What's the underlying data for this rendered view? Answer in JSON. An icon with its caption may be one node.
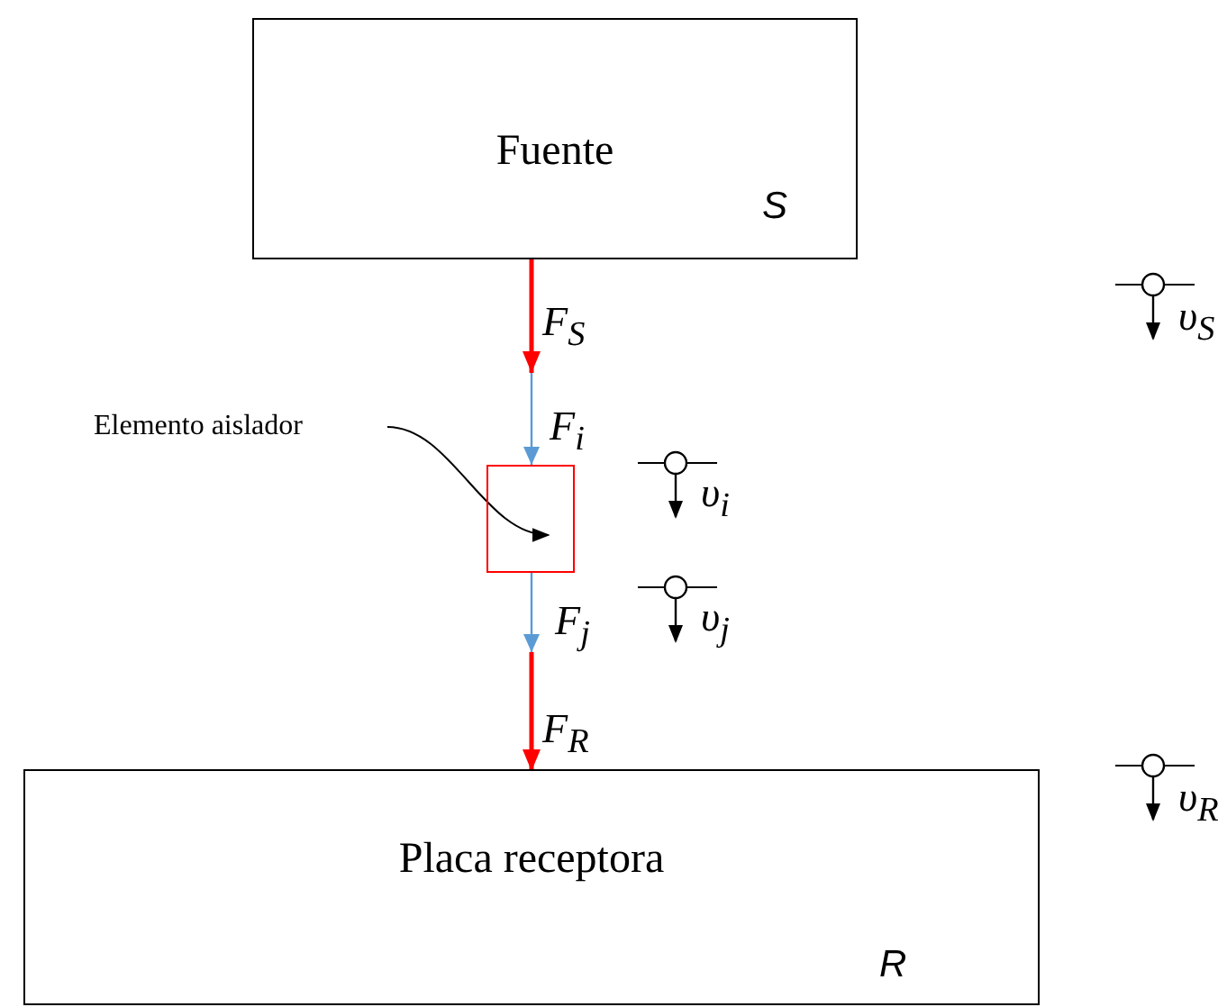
{
  "diagram": {
    "nodes": [
      {
        "text": [
          "Fuente",
          "S"
        ]
      },
      {
        "text": [
          "Elemento aislador"
        ]
      },
      {
        "text": [],
        "shape": "box"
      },
      {
        "text": [
          "Placa receptora",
          "R"
        ]
      }
    ],
    "edges": [
      {
        "from": 1,
        "to": 2,
        "arrow": "to"
      }
    ],
    "labels": [
      "υ$_{S}$",
      "F$_{S}$",
      "F$_{i}$",
      "υ$_{i}$",
      "F$_{j}$",
      "υ$_{j}$",
      "F$_{R}$",
      "υ$_{R}$"
    ]
  }
}
